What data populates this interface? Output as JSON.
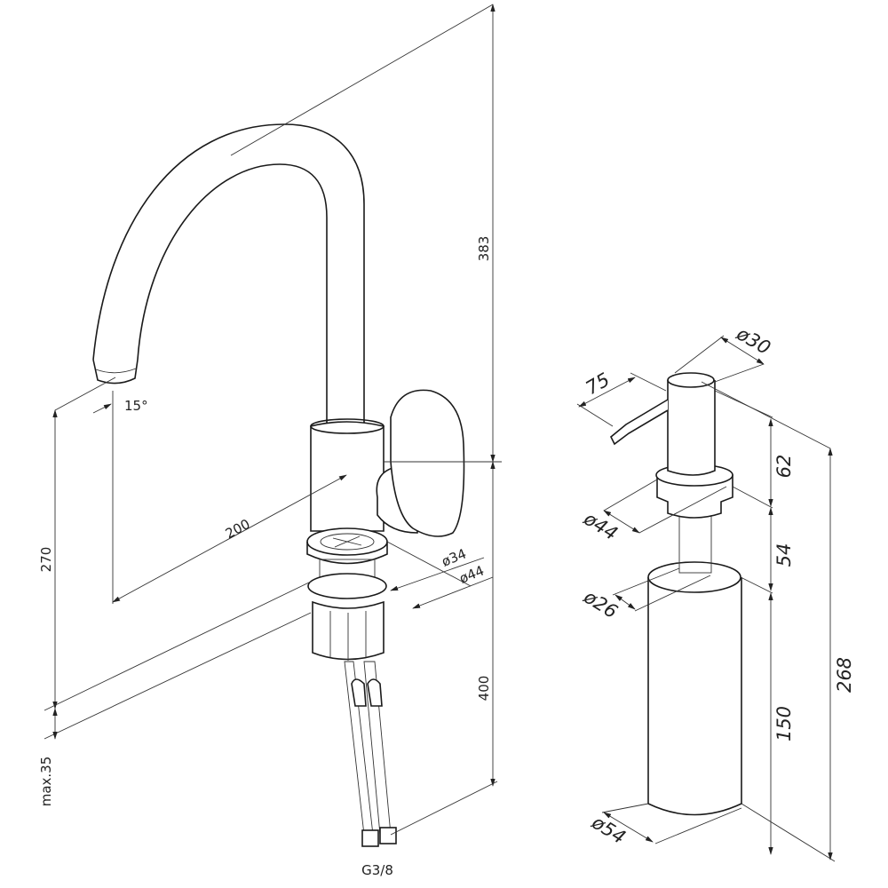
{
  "faucet": {
    "height_total": "383",
    "spout_angle": "15°",
    "spout_height": "270",
    "spout_reach": "200",
    "hole_diameter": "ø34",
    "base_diameter": "ø44",
    "hose_length": "400",
    "max_thickness": "max.35",
    "connection": "G3/8"
  },
  "dispenser": {
    "head_diameter": "ø30",
    "nozzle_length": "75",
    "head_height": "62",
    "flange_diameter": "ø44",
    "thread_length": "54",
    "thread_diameter": "ø26",
    "total_height": "268",
    "bottle_height": "150",
    "bottle_diameter": "ø54"
  }
}
